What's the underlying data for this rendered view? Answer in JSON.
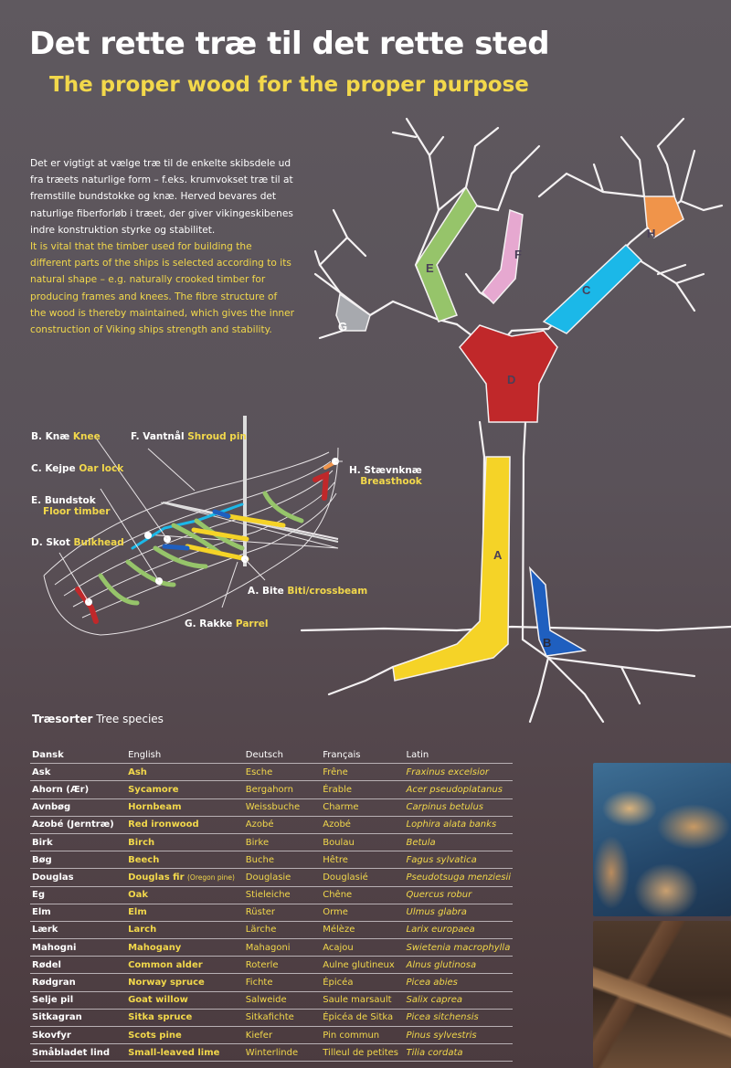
{
  "title": "Det rette træ til det rette sted",
  "subtitle": "The proper wood for the proper purpose",
  "intro": {
    "danish": "Det er vigtigt at vælge træ til de enkelte skibsdele ud fra træets naturlige form – f.eks. krumvokset træ til at fremstille bundstokke og knæ. Herved bevares det naturlige fiberforløb i træet, der giver vikingeskibenes indre konstruktion styrke og stabilitet.",
    "english": "It is vital that the timber used for building the different parts of the ships is selected according to its natural shape – e.g. naturally crooked timber for producing frames and knees. The fibre structure of the wood is thereby maintained, which gives the inner construction of Viking ships strength and stability."
  },
  "ship_labels": {
    "B": {
      "da": "B. Knæ",
      "en": "Knee"
    },
    "F": {
      "da": "F. Vantnål",
      "en": "Shroud pin"
    },
    "C": {
      "da": "C. Kejpe",
      "en": "Oar lock"
    },
    "E": {
      "da": "E. Bundstok",
      "en": "Floor timber"
    },
    "D": {
      "da": "D. Skot",
      "en": "Bulkhead"
    },
    "H": {
      "da": "H. Stævnknæ",
      "en": "Breasthook"
    },
    "A": {
      "da": "A. Bite",
      "en": "Biti/crossbeam"
    },
    "G": {
      "da": "G. Rakke",
      "en": "Parrel"
    }
  },
  "tree_letters": [
    "A",
    "B",
    "C",
    "D",
    "E",
    "F",
    "G",
    "H"
  ],
  "colors": {
    "A": "#f5d327",
    "B": "#1f5fbf",
    "C": "#1bb8e8",
    "D": "#c0282a",
    "E": "#96c46a",
    "F": "#e6a8d0",
    "G": "#a7a9ae",
    "H": "#f0944a",
    "accent": "#f2d84b"
  },
  "species": {
    "heading_da": "Træsorter",
    "heading_en": "Tree species",
    "columns": [
      "Dansk",
      "English",
      "Deutsch",
      "Français",
      "Latin"
    ],
    "rows": [
      [
        "Ask",
        "Ash",
        "Esche",
        "Frêne",
        "Fraxinus excelsior"
      ],
      [
        "Ahorn (Ær)",
        "Sycamore",
        "Bergahorn",
        "Érable",
        "Acer pseudoplatanus"
      ],
      [
        "Avnbøg",
        "Hornbeam",
        "Weissbuche",
        "Charme",
        "Carpinus betulus"
      ],
      [
        "Azobé (Jerntræ)",
        "Red ironwood",
        "Azobé",
        "Azobé",
        "Lophira alata banks"
      ],
      [
        "Birk",
        "Birch",
        "Birke",
        "Boulau",
        "Betula"
      ],
      [
        "Bøg",
        "Beech",
        "Buche",
        "Hêtre",
        "Fagus sylvatica"
      ],
      [
        "Douglas",
        "Douglas fir",
        "Douglasie",
        "Douglasié",
        "Pseudotsuga menziesii"
      ],
      [
        "Eg",
        "Oak",
        "Stieleiche",
        "Chêne",
        "Quercus robur"
      ],
      [
        "Elm",
        "Elm",
        "Rüster",
        "Orme",
        "Ulmus glabra"
      ],
      [
        "Lærk",
        "Larch",
        "Lärche",
        "Mélèze",
        "Larix europaea"
      ],
      [
        "Mahogni",
        "Mahogany",
        "Mahagoni",
        "Acajou",
        "Swietenia macrophylla"
      ],
      [
        "Rødel",
        "Common alder",
        "Roterle",
        "Aulne glutineux",
        "Alnus glutinosa"
      ],
      [
        "Rødgran",
        "Norway spruce",
        "Fichte",
        "Épicéa",
        "Picea abies"
      ],
      [
        "Selje pil",
        "Goat willow",
        "Salweide",
        "Saule marsault",
        "Salix caprea"
      ],
      [
        "Sitkagran",
        "Sitka spruce",
        "Sitkafichte",
        "Épicéa de Sitka",
        "Picea sitchensis"
      ],
      [
        "Skovfyr",
        "Scots pine",
        "Kiefer",
        "Pin commun",
        "Pinus sylvestris"
      ],
      [
        "Småbladet lind",
        "Small-leaved lime",
        "Winterlinde",
        "Tilleul de petites",
        "Tilia cordata"
      ]
    ],
    "douglas_note": "(Oregon pine)"
  }
}
